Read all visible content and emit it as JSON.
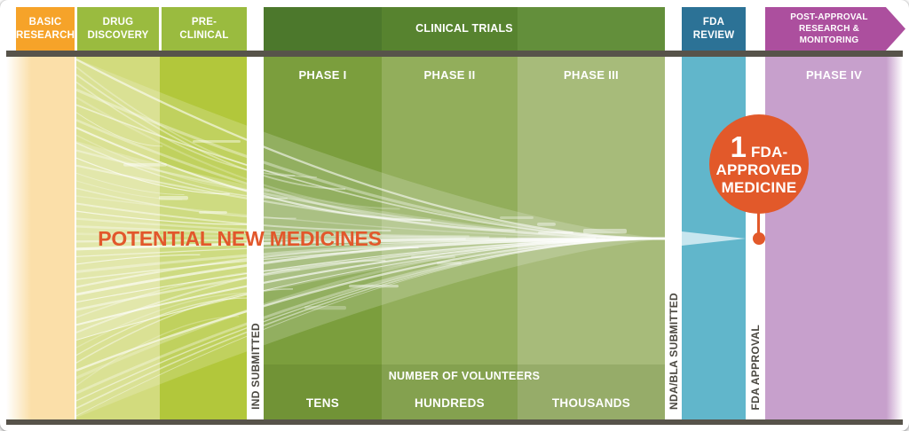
{
  "header_row": [
    {
      "name": "basic-research",
      "lines": [
        "BASIC",
        "RESEARCH"
      ]
    },
    {
      "name": "drug-discovery",
      "lines": [
        "DRUG",
        "DISCOVERY"
      ]
    },
    {
      "name": "pre-clinical",
      "lines": [
        "PRE-",
        "CLINICAL"
      ]
    },
    {
      "name": "clinical-trials",
      "lines": [
        "CLINICAL TRIALS"
      ]
    },
    {
      "name": "fda-review",
      "lines": [
        "FDA",
        "REVIEW"
      ]
    },
    {
      "name": "post-approval",
      "lines": [
        "POST-APPROVAL",
        "RESEARCH &",
        "MONITORING"
      ]
    }
  ],
  "phases": [
    "PHASE I",
    "PHASE II",
    "PHASE III",
    "PHASE IV"
  ],
  "funnel": {
    "label": "POTENTIAL NEW MEDICINES"
  },
  "milestones": {
    "ind": "IND SUBMITTED",
    "nda_bla": "NDA/BLA SUBMITTED",
    "fda_approval": "FDA APPROVAL"
  },
  "approved_medicine": {
    "count": "1",
    "lines": [
      "FDA-",
      "APPROVED",
      "MEDICINE"
    ]
  },
  "volunteers": {
    "title": "NUMBER OF VOLUNTEERS",
    "phase1": "TENS",
    "phase2": "HUNDREDS",
    "phase3": "THOUSANDS"
  },
  "colors": {
    "basic_research_header": "#F6A329",
    "discovery_preclinical_header": "#9ABB3F",
    "clinical_trials_header": "#57832F",
    "fda_review_header": "#2C7296",
    "post_approval_header": "#AC4F9E",
    "basic_research_column": "#FBDFA9",
    "discovery_column": "#D2DB7D",
    "preclinical_column": "#B2C73B",
    "phase1_column": "#7B9E3D",
    "phase2_column": "#92AE5B",
    "phase3_column": "#A7BB7A",
    "fda_column": "#61B6CB",
    "phase4_column": "#C7A0CC",
    "accent_orange": "#E2592A",
    "rule_gray": "#57534A",
    "milestone_text": "#4B4841"
  }
}
